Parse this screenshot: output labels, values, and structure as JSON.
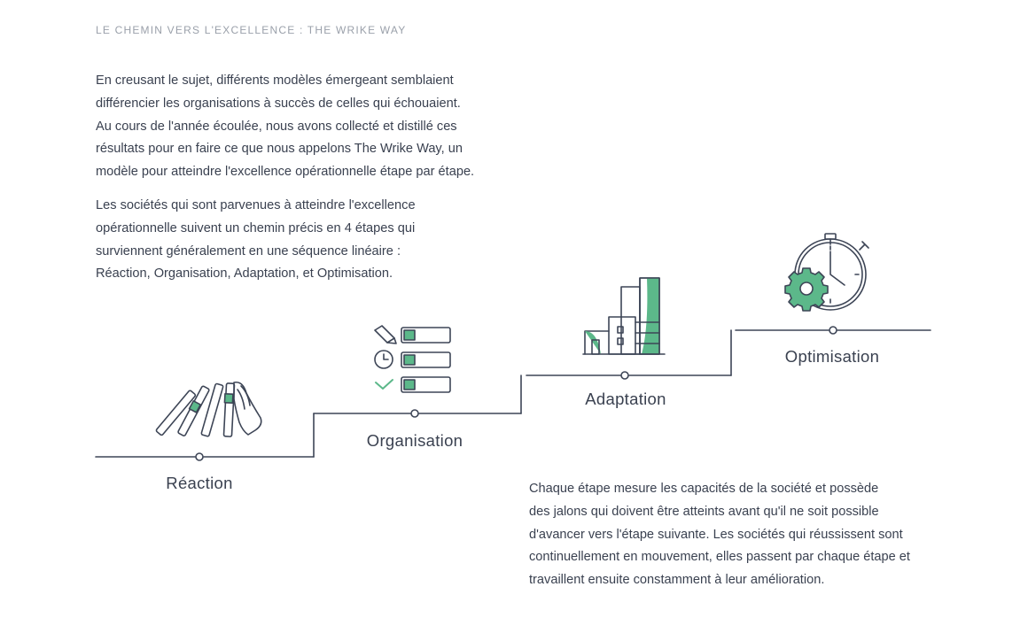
{
  "header": {
    "kicker": "LE CHEMIN VERS L'EXCELLENCE : THE WRIKE WAY"
  },
  "intro": {
    "paragraph1_lines": [
      "En creusant le sujet, différents modèles émergeant semblaient",
      "différencier les organisations à succès de celles qui échouaient.",
      "Au cours de l'année écoulée, nous avons collecté et distillé ces",
      "résultats pour en faire ce que nous appelons The Wrike Way, un",
      "modèle pour atteindre l'excellence opérationnelle étape par étape."
    ],
    "paragraph2_lines": [
      "Les sociétés qui sont parvenues à atteindre l'excellence",
      "opérationnelle suivent un chemin précis en 4 étapes qui",
      "surviennent généralement en une séquence linéaire :",
      "Réaction, Organisation, Adaptation, et Optimisation."
    ]
  },
  "stages": [
    {
      "label": "Réaction",
      "icon": "falling-dominoes-icon"
    },
    {
      "label": "Organisation",
      "icon": "checklist-icon"
    },
    {
      "label": "Adaptation",
      "icon": "buildings-icon"
    },
    {
      "label": "Optimisation",
      "icon": "stopwatch-gear-icon"
    }
  ],
  "summary": {
    "lines": [
      "Chaque étape mesure les capacités de la société et possède",
      "des jalons qui doivent être atteints avant qu'il ne soit possible",
      "d'avancer vers l'étape suivante. Les sociétés qui réussissent sont",
      "continuellement en mouvement, elles passent par chaque étape et",
      "travaillent ensuite constamment à leur amélioration."
    ]
  },
  "colors": {
    "text": "#3a4150",
    "muted": "#9aa0aa",
    "line": "#3d4556",
    "accent": "#5cb88a"
  }
}
